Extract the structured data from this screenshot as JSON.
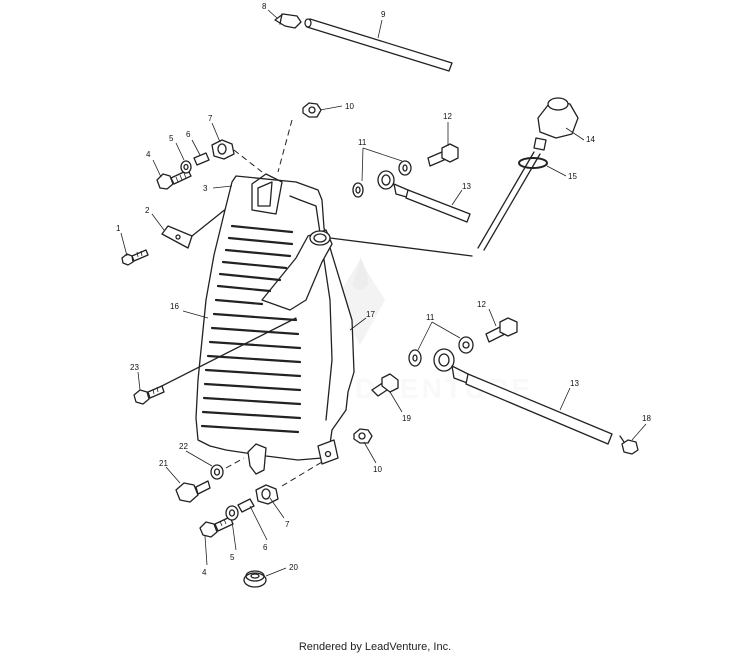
{
  "footer": {
    "credit": "Rendered by LeadVenture, Inc."
  },
  "watermark": {
    "text": "LEADVENTURE"
  },
  "callouts": [
    {
      "id": "c8",
      "label": "8"
    },
    {
      "id": "c9",
      "label": "9"
    },
    {
      "id": "c10a",
      "label": "10"
    },
    {
      "id": "c7a",
      "label": "7"
    },
    {
      "id": "c6a",
      "label": "6"
    },
    {
      "id": "c5a",
      "label": "5"
    },
    {
      "id": "c4a",
      "label": "4"
    },
    {
      "id": "c3",
      "label": "3"
    },
    {
      "id": "c2",
      "label": "2"
    },
    {
      "id": "c1",
      "label": "1"
    },
    {
      "id": "c12a",
      "label": "12"
    },
    {
      "id": "c11a",
      "label": "11"
    },
    {
      "id": "c13a",
      "label": "13"
    },
    {
      "id": "c14",
      "label": "14"
    },
    {
      "id": "c15",
      "label": "15"
    },
    {
      "id": "c16",
      "label": "16"
    },
    {
      "id": "c17",
      "label": "17"
    },
    {
      "id": "c12b",
      "label": "12"
    },
    {
      "id": "c11b",
      "label": "11"
    },
    {
      "id": "c13b",
      "label": "13"
    },
    {
      "id": "c18",
      "label": "18"
    },
    {
      "id": "c19",
      "label": "19"
    },
    {
      "id": "c23",
      "label": "23"
    },
    {
      "id": "c22",
      "label": "22"
    },
    {
      "id": "c21",
      "label": "21"
    },
    {
      "id": "c10b",
      "label": "10"
    },
    {
      "id": "c7b",
      "label": "7"
    },
    {
      "id": "c6b",
      "label": "6"
    },
    {
      "id": "c5b",
      "label": "5"
    },
    {
      "id": "c4b",
      "label": "4"
    },
    {
      "id": "c20",
      "label": "20"
    }
  ]
}
